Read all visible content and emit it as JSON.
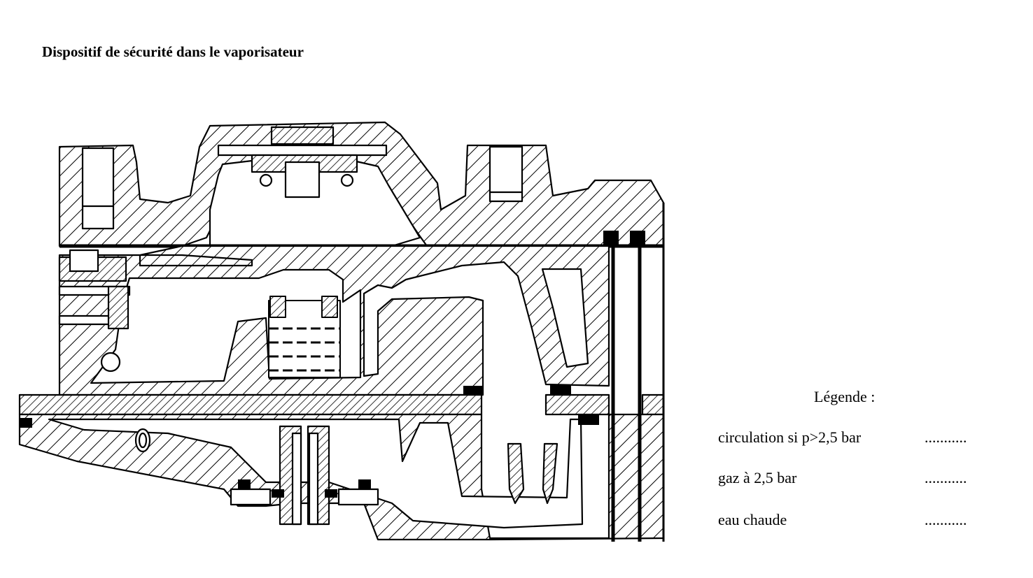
{
  "title": "Dispositif de sécurité dans le vaporisateur",
  "legend": {
    "title": "Légende :",
    "items": [
      {
        "label": "circulation si p>2,5 bar",
        "placeholder": "..........."
      },
      {
        "label": "gaz à 2,5 bar",
        "placeholder": "..........."
      },
      {
        "label": "eau chaude",
        "placeholder": "..........."
      }
    ]
  },
  "colors": {
    "ink": "#000000",
    "paper": "#ffffff"
  }
}
